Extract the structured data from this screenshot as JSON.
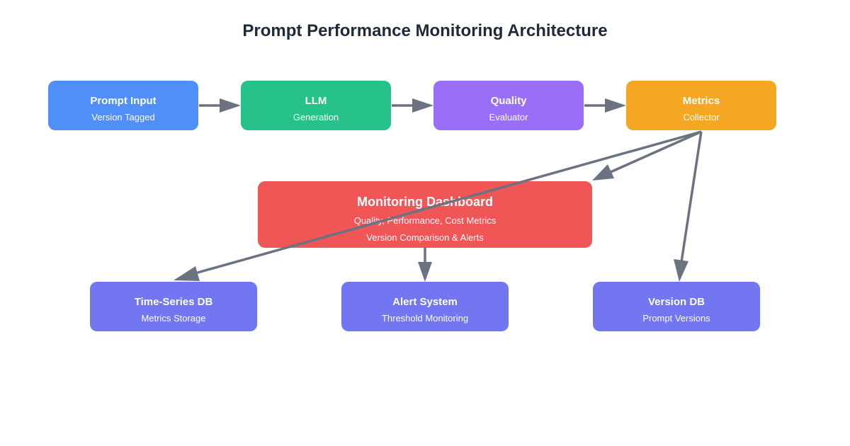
{
  "title": "Prompt Performance Monitoring Architecture",
  "colors": {
    "prompt": "#4f8ff7",
    "llm": "#26c289",
    "quality": "#9a6ef6",
    "metrics": "#f5a623",
    "dashboard": "#f05656",
    "storage": "#7276f0",
    "connector": "#6b7280"
  },
  "nodes": {
    "prompt": {
      "title": "Prompt Input",
      "subtitle": "Version Tagged"
    },
    "llm": {
      "title": "LLM",
      "subtitle": "Generation"
    },
    "quality": {
      "title": "Quality",
      "subtitle": "Evaluator"
    },
    "metrics": {
      "title": "Metrics",
      "subtitle": "Collector"
    },
    "dashboard": {
      "title": "Monitoring Dashboard",
      "line1": "Quality, Performance, Cost Metrics",
      "line2": "Version Comparison & Alerts"
    },
    "timeseries": {
      "title": "Time-Series DB",
      "subtitle": "Metrics Storage"
    },
    "alert": {
      "title": "Alert System",
      "subtitle": "Threshold Monitoring"
    },
    "version": {
      "title": "Version DB",
      "subtitle": "Prompt Versions"
    }
  }
}
